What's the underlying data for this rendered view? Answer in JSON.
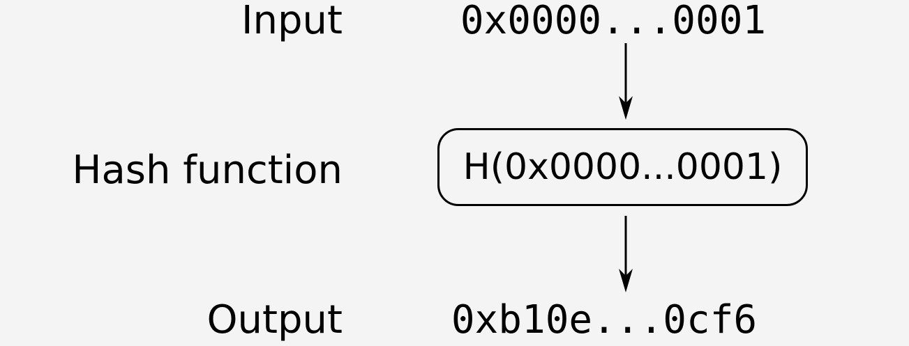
{
  "rows": {
    "input": {
      "label": "Input",
      "value": "0x0000...0001"
    },
    "hash_function": {
      "label": "Hash function",
      "expression": "H(0x0000...0001)"
    },
    "output": {
      "label": "Output",
      "value": "0xb10e...0cf6"
    }
  },
  "colors": {
    "background": "#f4f4f4",
    "stroke": "#000000"
  },
  "icons": {
    "arrow_input_to_hash": "arrow-down-icon",
    "arrow_hash_to_output": "arrow-down-icon"
  }
}
